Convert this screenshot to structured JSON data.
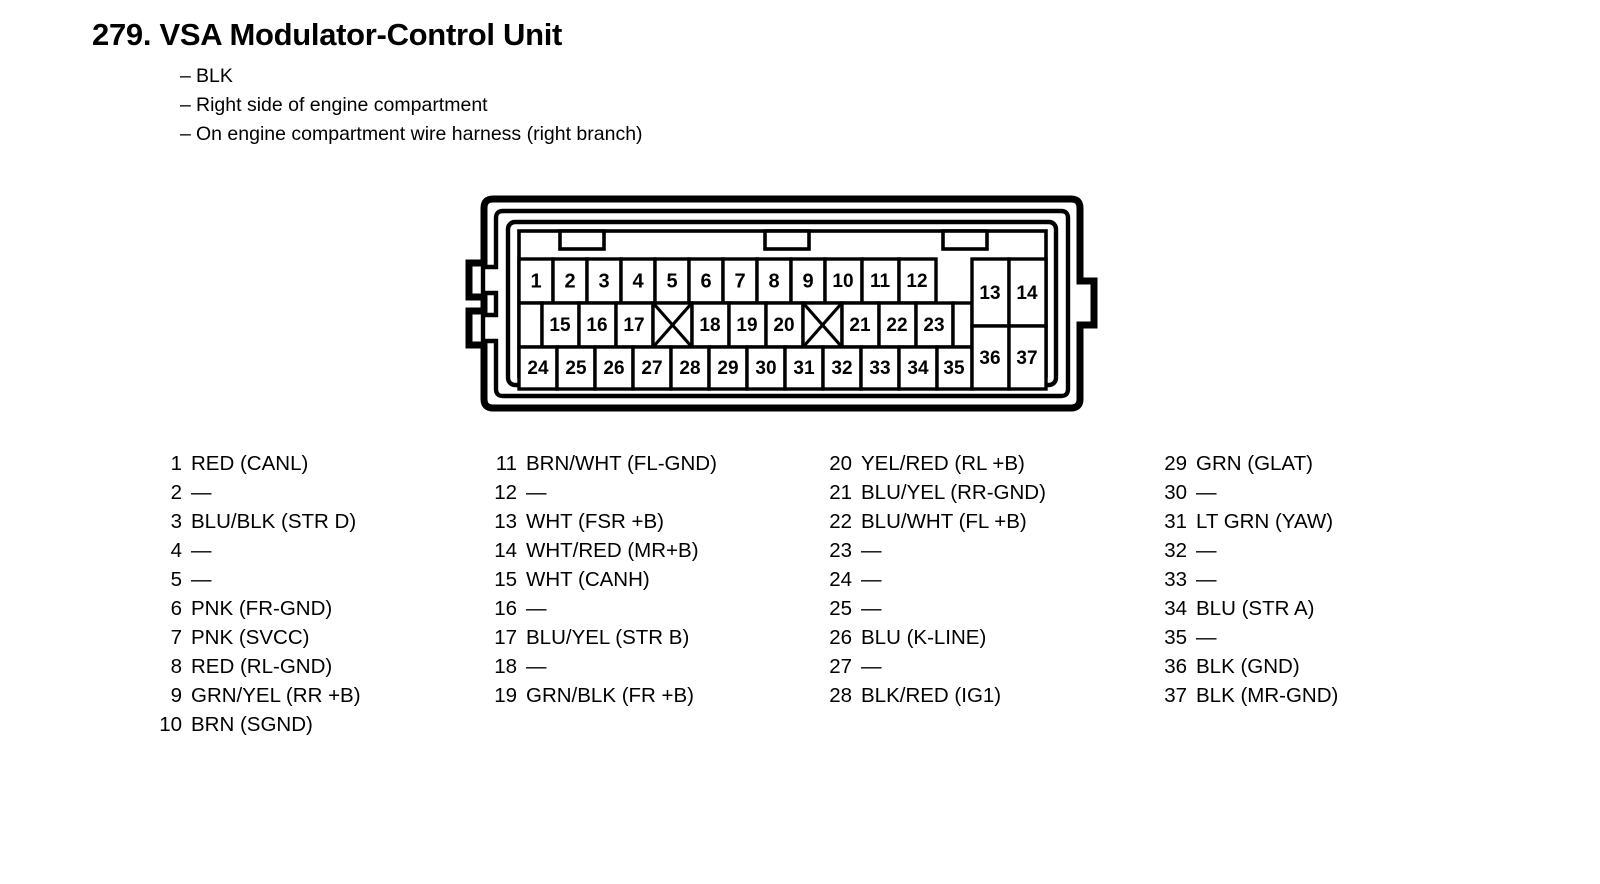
{
  "header": {
    "number": "279.",
    "title": "VSA Modulator-Control Unit",
    "title_full": "279. VSA Modulator-Control Unit",
    "bullets": [
      "BLK",
      "Right side of engine compartment",
      "On engine compartment wire harness (right branch)"
    ],
    "bullet_marker": "–"
  },
  "connector": {
    "name": "37-pin connector face view",
    "top_row": [
      "1",
      "2",
      "3",
      "4",
      "5",
      "6",
      "7",
      "8",
      "9",
      "10",
      "11",
      "12"
    ],
    "middle_row": [
      "",
      "15",
      "16",
      "17",
      "X",
      "18",
      "19",
      "20",
      "X",
      "21",
      "22",
      "23",
      ""
    ],
    "bottom_row": [
      "24",
      "25",
      "26",
      "27",
      "28",
      "29",
      "30",
      "31",
      "32",
      "33",
      "34",
      "35"
    ],
    "right_block": [
      "13",
      "14",
      "36",
      "37"
    ],
    "blank_marker": "X",
    "notch_count": 3,
    "left_tabs": 2,
    "right_tabs": 1,
    "stroke_color": "#000000",
    "fill_color": "#ffffff"
  },
  "pin_list": {
    "empty_label": "—",
    "columns": [
      [
        {
          "num": "1",
          "desc": "RED (CANL)"
        },
        {
          "num": "2",
          "desc": "—"
        },
        {
          "num": "3",
          "desc": "BLU/BLK (STR D)"
        },
        {
          "num": "4",
          "desc": "—"
        },
        {
          "num": "5",
          "desc": "—"
        },
        {
          "num": "6",
          "desc": "PNK (FR-GND)"
        },
        {
          "num": "7",
          "desc": "PNK (SVCC)"
        },
        {
          "num": "8",
          "desc": "RED (RL-GND)"
        },
        {
          "num": "9",
          "desc": "GRN/YEL (RR +B)"
        },
        {
          "num": "10",
          "desc": "BRN (SGND)"
        }
      ],
      [
        {
          "num": "11",
          "desc": "BRN/WHT (FL-GND)"
        },
        {
          "num": "12",
          "desc": "—"
        },
        {
          "num": "13",
          "desc": "WHT (FSR +B)"
        },
        {
          "num": "14",
          "desc": "WHT/RED (MR+B)"
        },
        {
          "num": "15",
          "desc": "WHT (CANH)"
        },
        {
          "num": "16",
          "desc": "—"
        },
        {
          "num": "17",
          "desc": "BLU/YEL (STR B)"
        },
        {
          "num": "18",
          "desc": "—"
        },
        {
          "num": "19",
          "desc": "GRN/BLK (FR +B)"
        }
      ],
      [
        {
          "num": "20",
          "desc": "YEL/RED (RL +B)"
        },
        {
          "num": "21",
          "desc": "BLU/YEL (RR-GND)"
        },
        {
          "num": "22",
          "desc": "BLU/WHT (FL +B)"
        },
        {
          "num": "23",
          "desc": "—"
        },
        {
          "num": "24",
          "desc": "—"
        },
        {
          "num": "25",
          "desc": "—"
        },
        {
          "num": "26",
          "desc": "BLU (K-LINE)"
        },
        {
          "num": "27",
          "desc": "—"
        },
        {
          "num": "28",
          "desc": "BLK/RED (IG1)"
        }
      ],
      [
        {
          "num": "29",
          "desc": "GRN (GLAT)"
        },
        {
          "num": "30",
          "desc": "—"
        },
        {
          "num": "31",
          "desc": "LT GRN (YAW)"
        },
        {
          "num": "32",
          "desc": "—"
        },
        {
          "num": "33",
          "desc": "—"
        },
        {
          "num": "34",
          "desc": "BLU (STR A)"
        },
        {
          "num": "35",
          "desc": "—"
        },
        {
          "num": "36",
          "desc": "BLK (GND)"
        },
        {
          "num": "37",
          "desc": "BLK (MR-GND)"
        }
      ]
    ]
  }
}
